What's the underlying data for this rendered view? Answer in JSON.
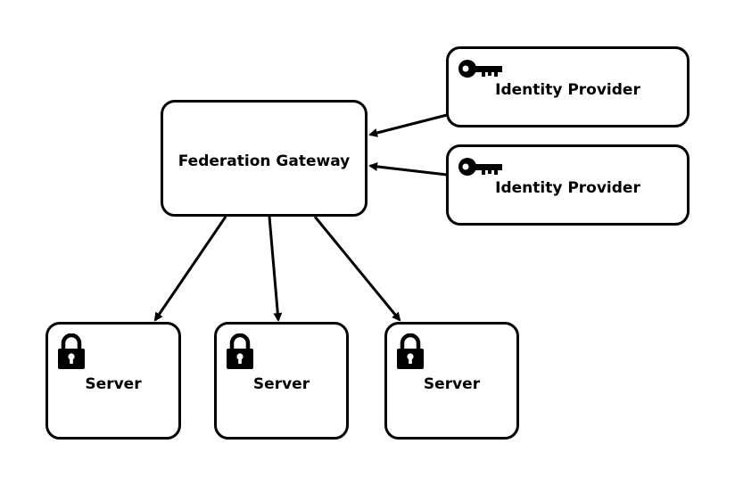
{
  "diagram": {
    "gateway": {
      "label": "Federation Gateway"
    },
    "identity_providers": [
      {
        "label": "Identity Provider",
        "icon": "key-icon"
      },
      {
        "label": "Identity Provider",
        "icon": "key-icon"
      }
    ],
    "servers": [
      {
        "label": "Server",
        "icon": "lock-icon"
      },
      {
        "label": "Server",
        "icon": "lock-icon"
      },
      {
        "label": "Server",
        "icon": "lock-icon"
      }
    ],
    "colors": {
      "stroke": "#000000",
      "fill": "#ffffff"
    }
  }
}
